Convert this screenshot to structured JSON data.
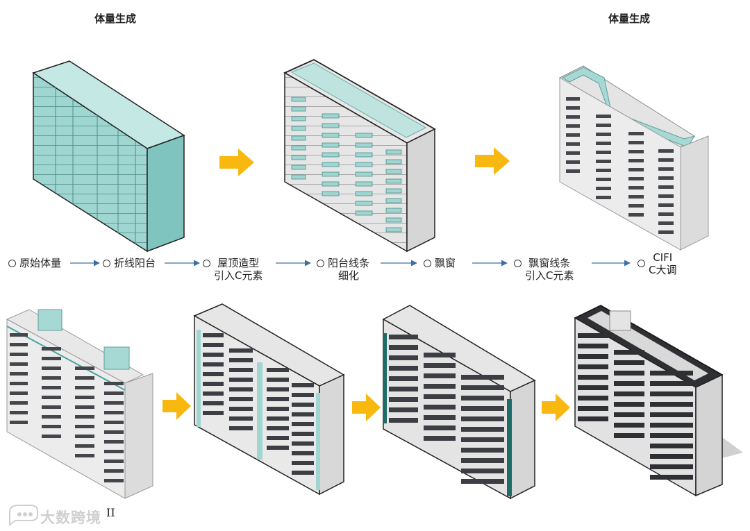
{
  "headers": {
    "left": "体量生成",
    "right": "体量生成"
  },
  "steps": [
    {
      "lines": [
        "原始体量"
      ]
    },
    {
      "lines": [
        "折线阳台"
      ]
    },
    {
      "lines": [
        "屋顶造型",
        "引入C元素"
      ]
    },
    {
      "lines": [
        "阳台线条",
        "细化"
      ]
    },
    {
      "lines": [
        "飘窗"
      ]
    },
    {
      "lines": [
        "飘窗线条",
        "引入C元素"
      ]
    },
    {
      "lines": [
        "CIFI",
        "C大调"
      ]
    }
  ],
  "watermark": "大数跨境",
  "roman_mark": "II",
  "colors": {
    "mass_teal": "#9fd6d1",
    "arrow_yellow": "#f8b80f",
    "flow_arrow": "#3c6fa5",
    "dark_glass": "#3c3e43",
    "accent_teal": "#1f6b66"
  },
  "icons": {
    "arrow": "yellow-right-arrow",
    "flow": "blue-line-arrow",
    "watermark": "chat-bubble-logo"
  }
}
